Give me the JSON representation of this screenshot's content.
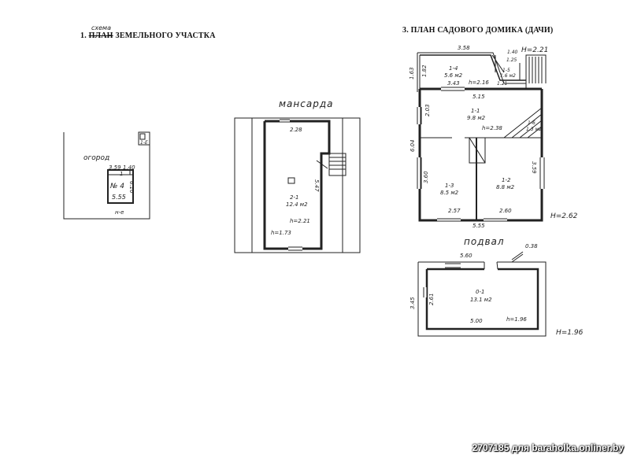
{
  "headers": {
    "land_plan_num": "1.",
    "land_plan_struck": "ПЛАН",
    "land_plan_correction": "схема",
    "land_plan_rest": "ЗЕМЕЛЬНОГО УЧАСТКА",
    "house_plan": "3. ПЛАН САДОВОГО ДОМИКА (ДАЧИ)"
  },
  "land_plot": {
    "garden_label": "огород",
    "dim_top": "3.59",
    "dim_top2": "1.40",
    "dim_side": "6.10",
    "dim_bottom": "5.55",
    "room_no": "№ 4",
    "label_1": "1",
    "corner_label": "н-е",
    "corner_box": "1-Е"
  },
  "attic": {
    "title": "мансарда",
    "dim_top": "2.28",
    "dim_side": "5.47",
    "room_id": "2-1",
    "area": "12.4 м2",
    "height": "h=2.21",
    "height_left": "h=1.73"
  },
  "ground_floor": {
    "dim_top": "3.58",
    "h_top": "H=2.21",
    "dim_140": "1.40",
    "dim_125": "1.25",
    "dim_163": "1.63",
    "dim_182": "1.82",
    "r14_id": "1-4",
    "r14_area": "5.6 м2",
    "dim_343": "3.43",
    "r14_h": "h=2.16",
    "dim_121": "1.21",
    "r15_id": "1-5",
    "r15_area": "1.6 м2",
    "dim_515": "5.15",
    "dim_203": "2.03",
    "r11_id": "1-1",
    "r11_area": "9.8 м2",
    "r11_h": "h=2.38",
    "r16_id": "1-6",
    "r16_area": "1.3 м2",
    "dim_604": "6.04",
    "dim_360": "3.60",
    "r13_id": "1-3",
    "r13_area": "8.5 м2",
    "r12_id": "1-2",
    "r12_area": "8.8 м2",
    "dim_359": "3.59",
    "dim_257": "2.57",
    "dim_260": "2.60",
    "dim_555": "5.55",
    "h_bottom": "H=2.62"
  },
  "basement": {
    "title": "подвал",
    "dim_560": "5.60",
    "dim_038": "0.38",
    "dim_345": "3.45",
    "dim_261": "2.61",
    "room_id": "0-1",
    "area": "13.1 м2",
    "dim_500": "5.00",
    "height": "h=1.96",
    "h_outer": "H=1.96"
  },
  "watermark": "2707185 для baraholka.onliner.by"
}
